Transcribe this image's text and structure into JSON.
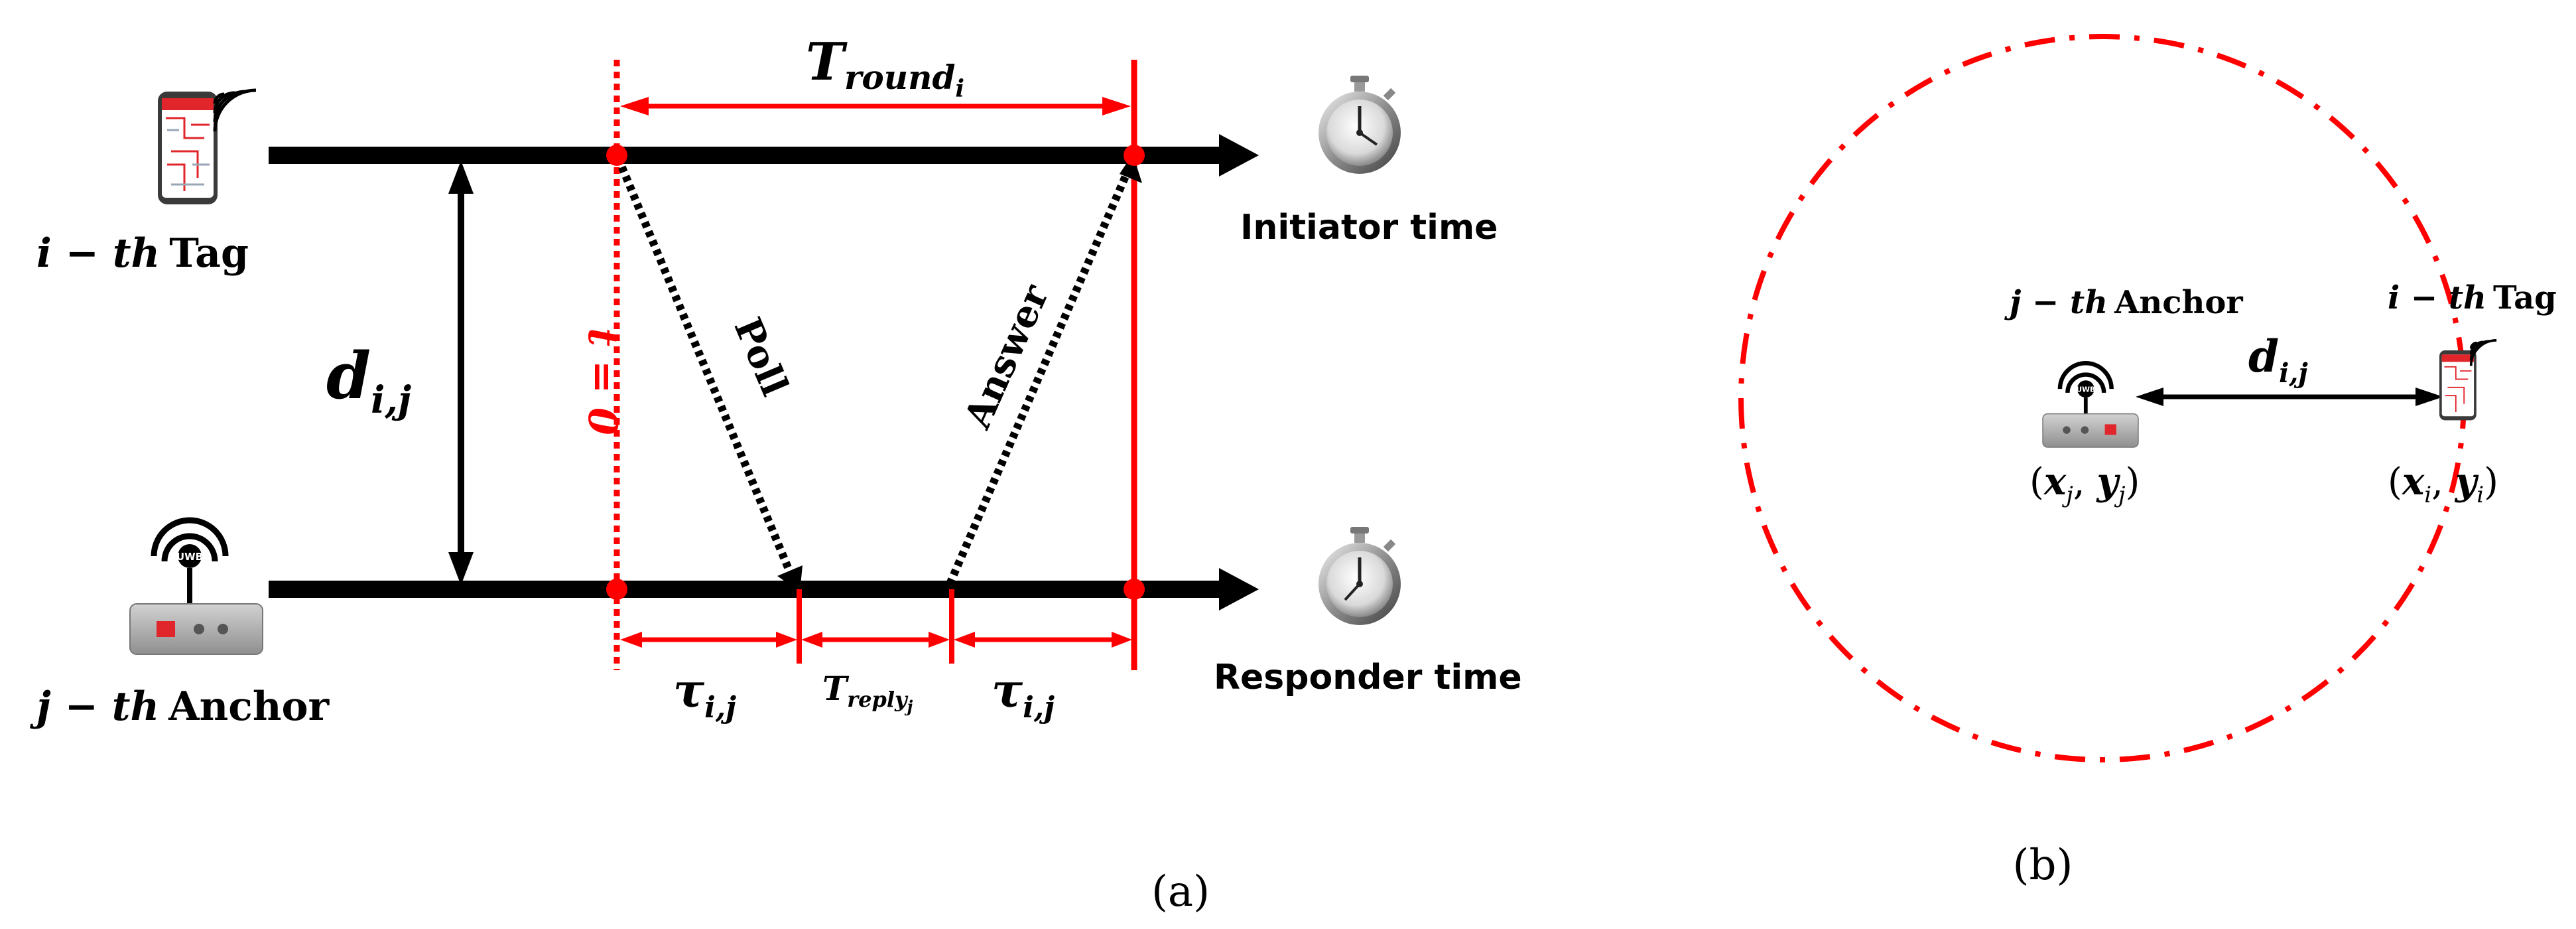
{
  "panel_a": {
    "tag": {
      "math": "i − th",
      "word": "Tag"
    },
    "anchor": {
      "math": "j − th",
      "word": "Anchor"
    },
    "distance": {
      "base": "d",
      "sub": "i,j"
    },
    "t_zero": "t = 0",
    "round": {
      "base": "T",
      "sub": "round",
      "subsub": "i"
    },
    "poll": "Poll",
    "answer": "Answer",
    "initiator_time": "Initiator time",
    "responder_time": "Responder time",
    "tau_left": {
      "base": "τ",
      "sub": "i,j"
    },
    "reply": {
      "base": "T",
      "sub": "reply",
      "subsub": "j"
    },
    "tau_right": {
      "base": "τ",
      "sub": "i,j"
    },
    "uwb_badge": "UWB",
    "caption": "(a)"
  },
  "panel_b": {
    "anchor": {
      "math": "j − th",
      "word": "Anchor"
    },
    "tag": {
      "math": "i − th",
      "word": "Tag"
    },
    "distance": {
      "base": "d",
      "sub": "i,j"
    },
    "anchor_coords": {
      "open": "(",
      "x": "x",
      "xs": "j",
      "sep": ", ",
      "y": "y",
      "ys": "j",
      "close": ")"
    },
    "tag_coords": {
      "open": "(",
      "x": "x",
      "xs": "i",
      "sep": ", ",
      "y": "y",
      "ys": "i",
      "close": ")"
    },
    "uwb_badge": "UWB",
    "caption": "(b)"
  },
  "colors": {
    "red": "#ff0000",
    "black": "#000000",
    "device_gray": "#a8a8a8",
    "phone_red": "#e0262b"
  },
  "icons": [
    "smartphone-icon",
    "wifi-signal-icon",
    "uwb-anchor-icon",
    "stopwatch-icon"
  ]
}
